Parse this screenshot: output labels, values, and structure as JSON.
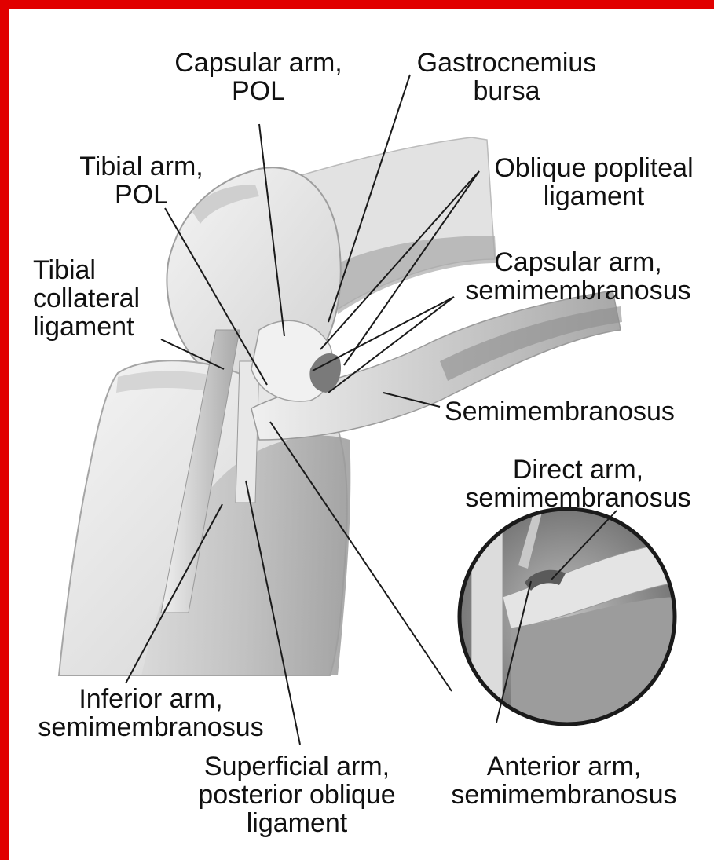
{
  "labels": {
    "capsular_arm_pol": [
      "Capsular arm,",
      "POL"
    ],
    "gastrocnemius_bursa": [
      "Gastrocnemius",
      "bursa"
    ],
    "tibial_arm_pol": [
      "Tibial arm,",
      "POL"
    ],
    "oblique_popliteal_ligament": [
      "Oblique popliteal",
      "ligament"
    ],
    "tibial_collateral_ligament": [
      "Tibial",
      "collateral",
      "ligament"
    ],
    "capsular_arm_semimembranosus": [
      "Capsular arm,",
      "semimembranosus"
    ],
    "semimembranosus": [
      "Semimembranosus"
    ],
    "direct_arm_semimembranosus": [
      "Direct arm,",
      "semimembranosus"
    ],
    "inferior_arm_semimembranosus": [
      "Inferior arm,",
      "semimembranosus"
    ],
    "superficial_arm_pol": [
      "Superficial arm,",
      "posterior oblique",
      "ligament"
    ],
    "anterior_arm_semimembranosus": [
      "Anterior arm,",
      "semimembranosus"
    ]
  },
  "colors": {
    "border": "#e10000",
    "leader_line": "#1a1a1a",
    "text": "#111111"
  }
}
